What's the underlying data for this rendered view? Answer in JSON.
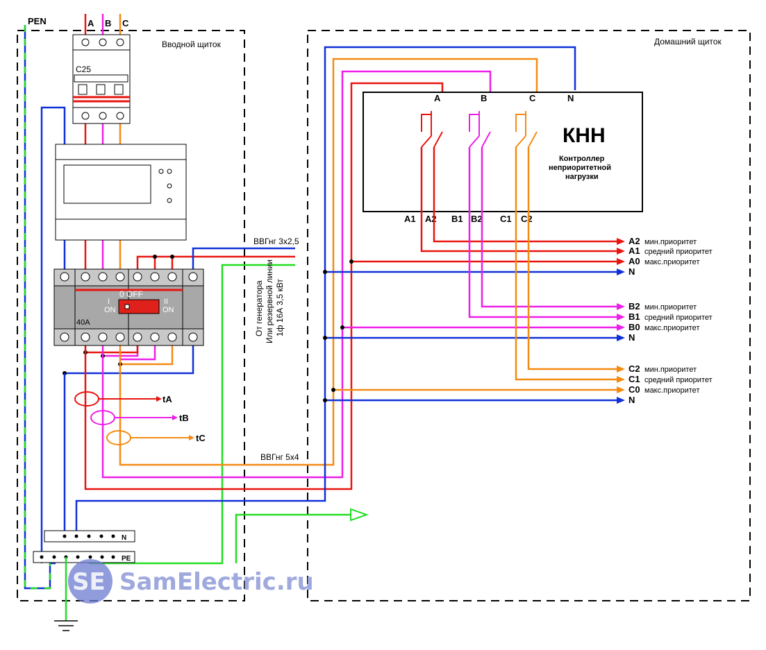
{
  "panels": {
    "input_panel_title": "Вводной щиток",
    "home_panel_title": "Домашний щиток"
  },
  "phases": {
    "a": "A",
    "b": "B",
    "c": "C",
    "pen": "PEN"
  },
  "breaker": {
    "rating": "C25"
  },
  "switch": {
    "rating": "40A",
    "off_label": "0 OFF",
    "on1": "ON",
    "on1_num": "I",
    "on2": "ON",
    "on2_num": "II"
  },
  "generator_cable": {
    "type": "ВВГнг 3х2,5",
    "line1": "От генератора",
    "line2": "Или резервной линии",
    "line3": "1ф 16А 3,5 кВт"
  },
  "main_cable": {
    "type": "ВВГнг 5х4"
  },
  "current_transformers": [
    "tA",
    "tB",
    "tC"
  ],
  "bus_labels": {
    "n": "N",
    "pe": "PE"
  },
  "controller": {
    "abbr": "КНН",
    "name_line1": "Контроллер",
    "name_line2": "неприоритетной",
    "name_line3": "нагрузки",
    "inputs": [
      "A",
      "B",
      "C",
      "N"
    ],
    "outputs": [
      "A1",
      "A2",
      "B1",
      "B2",
      "C1",
      "C2"
    ]
  },
  "outputs": [
    {
      "code": "A2",
      "desc": "мин.приоритет"
    },
    {
      "code": "A1",
      "desc": "средний приоритет"
    },
    {
      "code": "A0",
      "desc": "макс.приоритет"
    },
    {
      "code": "N",
      "desc": ""
    },
    {
      "code": "B2",
      "desc": "мин.приоритет"
    },
    {
      "code": "B1",
      "desc": "средний приоритет"
    },
    {
      "code": "B0",
      "desc": "макс.приоритет"
    },
    {
      "code": "N",
      "desc": ""
    },
    {
      "code": "C2",
      "desc": "мин.приоритет"
    },
    {
      "code": "C1",
      "desc": "средний приоритет"
    },
    {
      "code": "C0",
      "desc": "макс.приоритет"
    },
    {
      "code": "N",
      "desc": ""
    }
  ],
  "watermark": {
    "logo": "SE",
    "text": "SamElectric.ru"
  },
  "colors": {
    "phase_a": "#e8140f",
    "phase_b": "#ee1ee8",
    "phase_c": "#f58a12",
    "neutral": "#1030d8",
    "earth": "#22dd22"
  }
}
